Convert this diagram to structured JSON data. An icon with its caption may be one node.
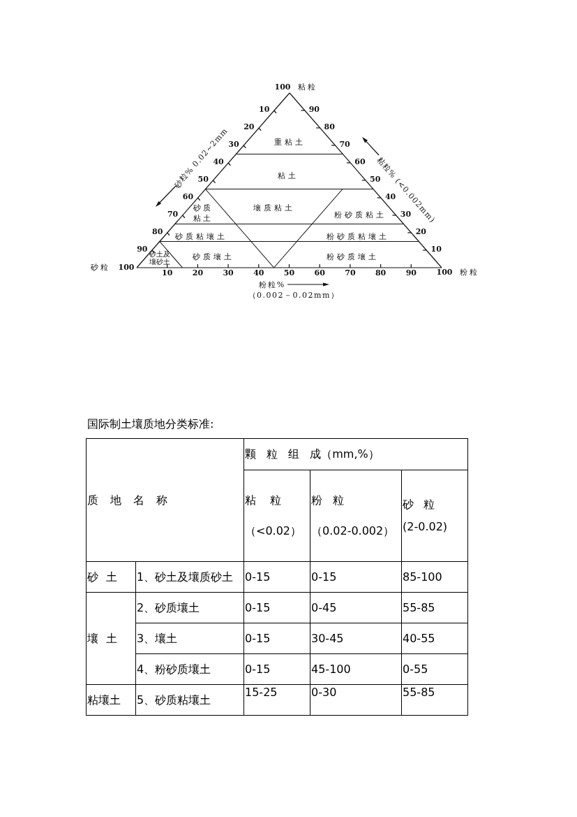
{
  "diagram": {
    "labels": [
      "100",
      "粘粒",
      "10",
      "20",
      "30",
      "40",
      "50",
      "60",
      "70",
      "80",
      "90",
      "90",
      "80",
      "70",
      "60",
      "50",
      "40",
      "30",
      "20",
      "10",
      "砂粒% 0.02~2mm",
      "粘粒% (<0.002mm)",
      "重粘土",
      "粘土",
      "壤质粘土",
      "砂质粘土",
      "粉砂质粘土",
      "砂质粘壤土",
      "粉砂质粘壤土",
      "砂土及壤砂土",
      "砂质壤土",
      "粉砂质壤土",
      "砂粒",
      "100",
      "10",
      "20",
      "30",
      "40",
      "50",
      "60",
      "70",
      "80",
      "90",
      "100",
      "粉粒",
      "粉粒%",
      "（0.002－0.02mm）",
      "国际制土壤质地分类标准:",
      "质 地 名 称",
      "颗 粒 组 成（mm,%）",
      "粘 粒",
      "（<0.02）",
      "粉 粒",
      "（0.02-0.002）",
      "砂 粒",
      "(2-0.02)",
      "砂 土",
      "1、砂土及壤质砂土",
      "0-15",
      "0-15",
      "85-100",
      "壤 土",
      "2、砂质壤土",
      "0-15",
      "0-45",
      "55-85",
      "3、壤土",
      "0-15",
      "30-45",
      "40-55",
      "4、粉砂质壤土",
      "0-15",
      "45-100",
      "0-55",
      "粘壤土",
      "5、砂质粘壤土",
      "15-25",
      "0-30",
      "55-85"
    ]
  }
}
